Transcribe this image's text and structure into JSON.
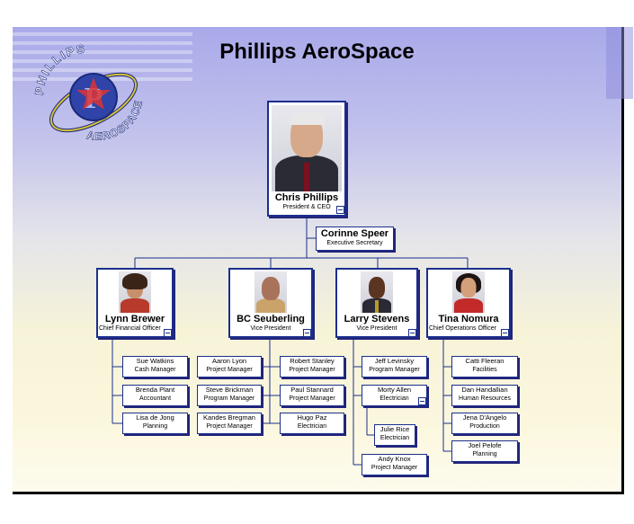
{
  "title": "Phillips AeroSpace",
  "logo": {
    "text_top": "PHILLIPS",
    "text_bottom": "AEROSPACE",
    "monogram": "P"
  },
  "ceo": {
    "name": "Chris Phillips",
    "title": "President & CEO"
  },
  "assistant": {
    "name": "Corinne Speer",
    "title": "Executive Secretary"
  },
  "managers": [
    {
      "name": "Lynn Brewer",
      "title": "Chief Financial Officer"
    },
    {
      "name": "BC Seuberling",
      "title": "Vice President"
    },
    {
      "name": "Larry Stevens",
      "title": "Vice President"
    },
    {
      "name": "Tina Nomura",
      "title": "Chief Operations Officer"
    }
  ],
  "staff": {
    "lynn": [
      {
        "name": "Sue Watkins",
        "title": "Cash Manager"
      },
      {
        "name": "Brenda Plant",
        "title": "Accountant"
      },
      {
        "name": "Lisa de Jong",
        "title": "Planning"
      }
    ],
    "bc_left": [
      {
        "name": "Aaron Lyon",
        "title": "Project Manager"
      },
      {
        "name": "Steve Brickman",
        "title": "Program Manager"
      },
      {
        "name": "Kandes Bregman",
        "title": "Project Manager"
      }
    ],
    "bc_right": [
      {
        "name": "Robert Stanley",
        "title": "Project Manager"
      },
      {
        "name": "Paul Stannard",
        "title": "Project Manager"
      },
      {
        "name": "Hugo Paz",
        "title": "Electrician"
      }
    ],
    "larry": [
      {
        "name": "Jeff Levinsky",
        "title": "Program Manager"
      },
      {
        "name": "Morty Allen",
        "title": "Electrician"
      },
      {
        "name": "Andy Knox",
        "title": "Project Manager"
      }
    ],
    "morty": [
      {
        "name": "Julie Rice",
        "title": "Electrician"
      }
    ],
    "tina": [
      {
        "name": "Catti Fleeran",
        "title": "Facilities"
      },
      {
        "name": "Dan Handallian",
        "title": "Human Resources"
      },
      {
        "name": "Jena D'Angelo",
        "title": "Production"
      },
      {
        "name": "Joel Pelofe",
        "title": "Planning"
      }
    ]
  }
}
